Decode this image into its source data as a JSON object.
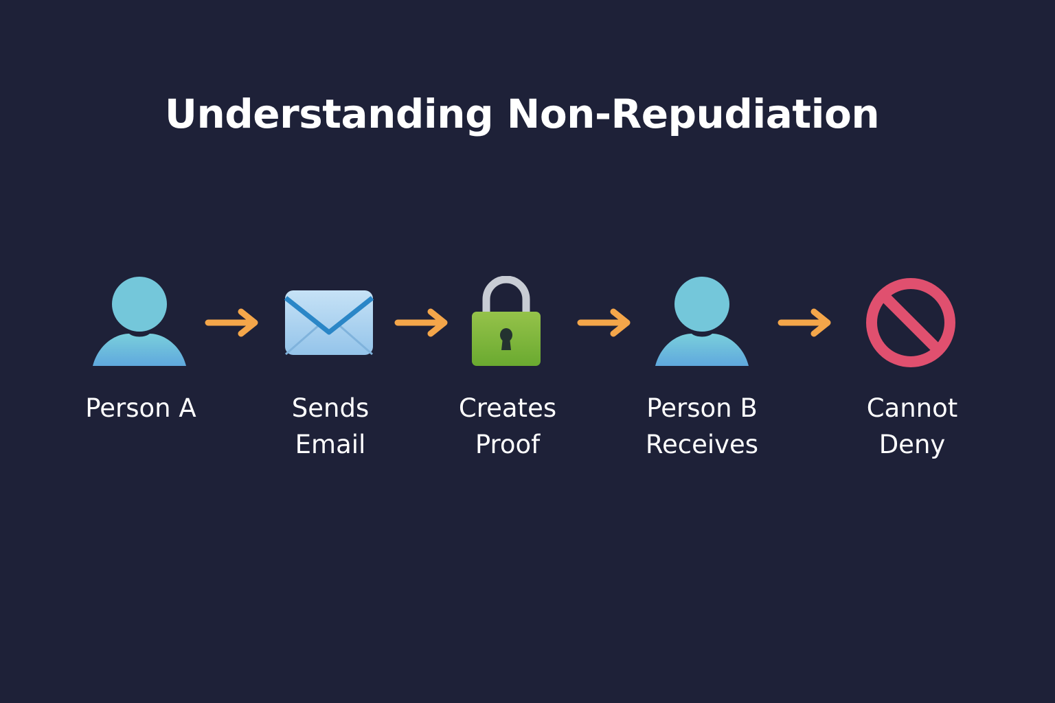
{
  "title": "Understanding Non-Repudiation",
  "steps": [
    {
      "icon": "person-icon",
      "lines": [
        "Person A"
      ]
    },
    {
      "icon": "envelope-icon",
      "lines": [
        "Sends",
        "Email"
      ]
    },
    {
      "icon": "padlock-icon",
      "lines": [
        "Creates",
        "Proof"
      ]
    },
    {
      "icon": "person-icon",
      "lines": [
        "Person B",
        "Receives"
      ]
    },
    {
      "icon": "prohibited-icon",
      "lines": [
        "Cannot",
        "Deny"
      ]
    }
  ],
  "colors": {
    "background": "#1e2138",
    "arrow": "#f4a64a",
    "person": "#6ab3dc",
    "lock": "#7cb23c",
    "deny": "#e0506f",
    "envelope": "#a9d0ef"
  }
}
